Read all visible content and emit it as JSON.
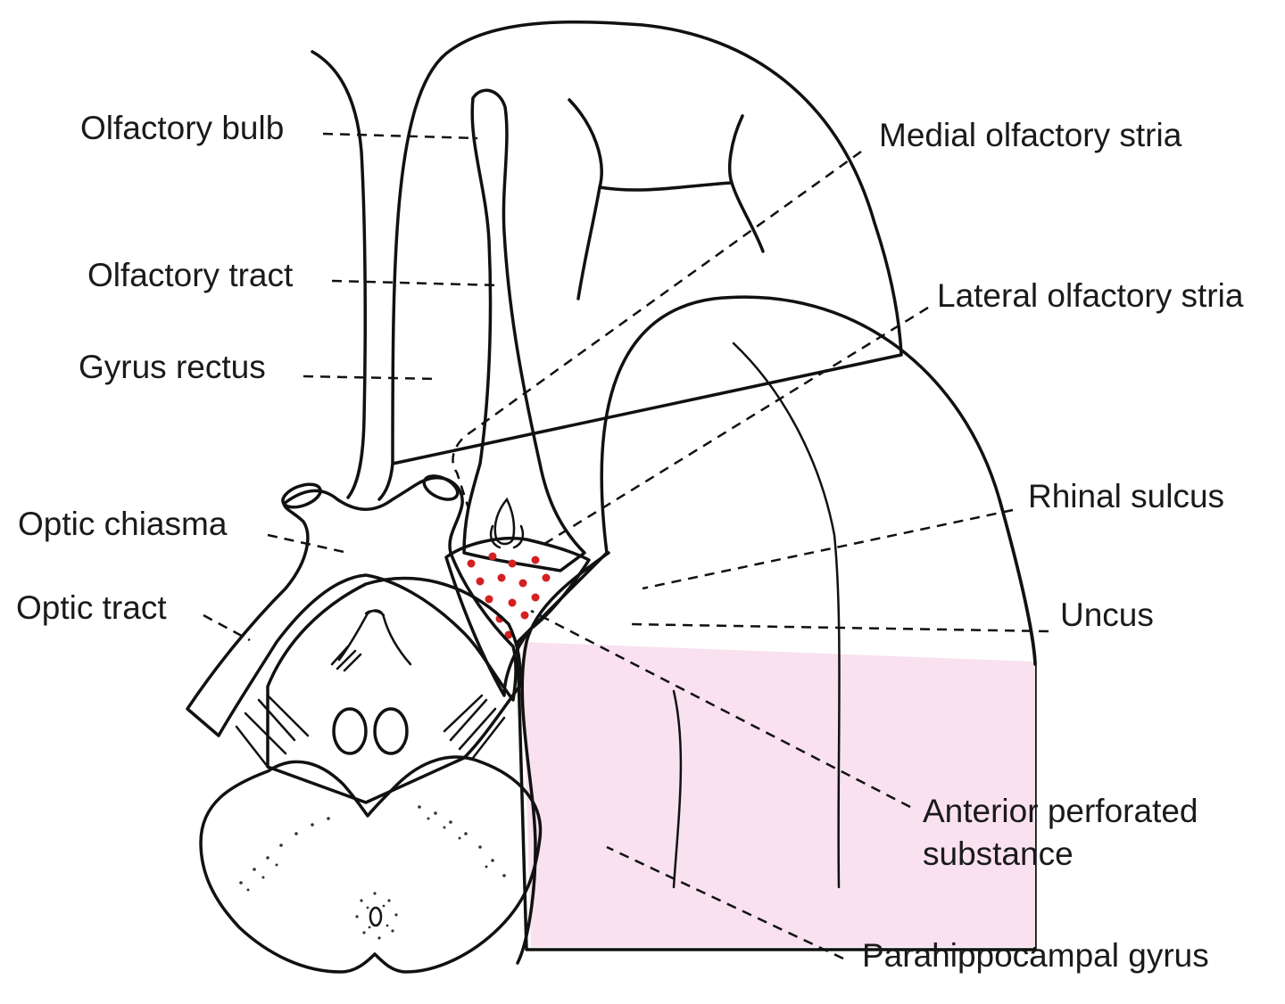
{
  "labels": {
    "olfactory_bulb": "Olfactory bulb",
    "olfactory_tract": "Olfactory tract",
    "gyrus_rectus": "Gyrus rectus",
    "optic_chiasma": "Optic chiasma",
    "optic_tract": "Optic tract",
    "medial_olfactory_stria": "Medial olfactory stria",
    "lateral_olfactory_stria": "Lateral olfactory stria",
    "rhinal_sulcus": "Rhinal sulcus",
    "uncus": "Uncus",
    "anterior_perforated_substance_line1": "Anterior perforated",
    "anterior_perforated_substance_line2": "substance",
    "parahippocampal_gyrus": "Parahippocampal gyrus"
  },
  "colors": {
    "cortex": "#f9e1ef",
    "olfactory": "#e3efd8",
    "optic": "#f6ec93",
    "midbrain": "#d9ecd6",
    "mammillary": "#dcc0df",
    "perforations": "#d42020"
  }
}
